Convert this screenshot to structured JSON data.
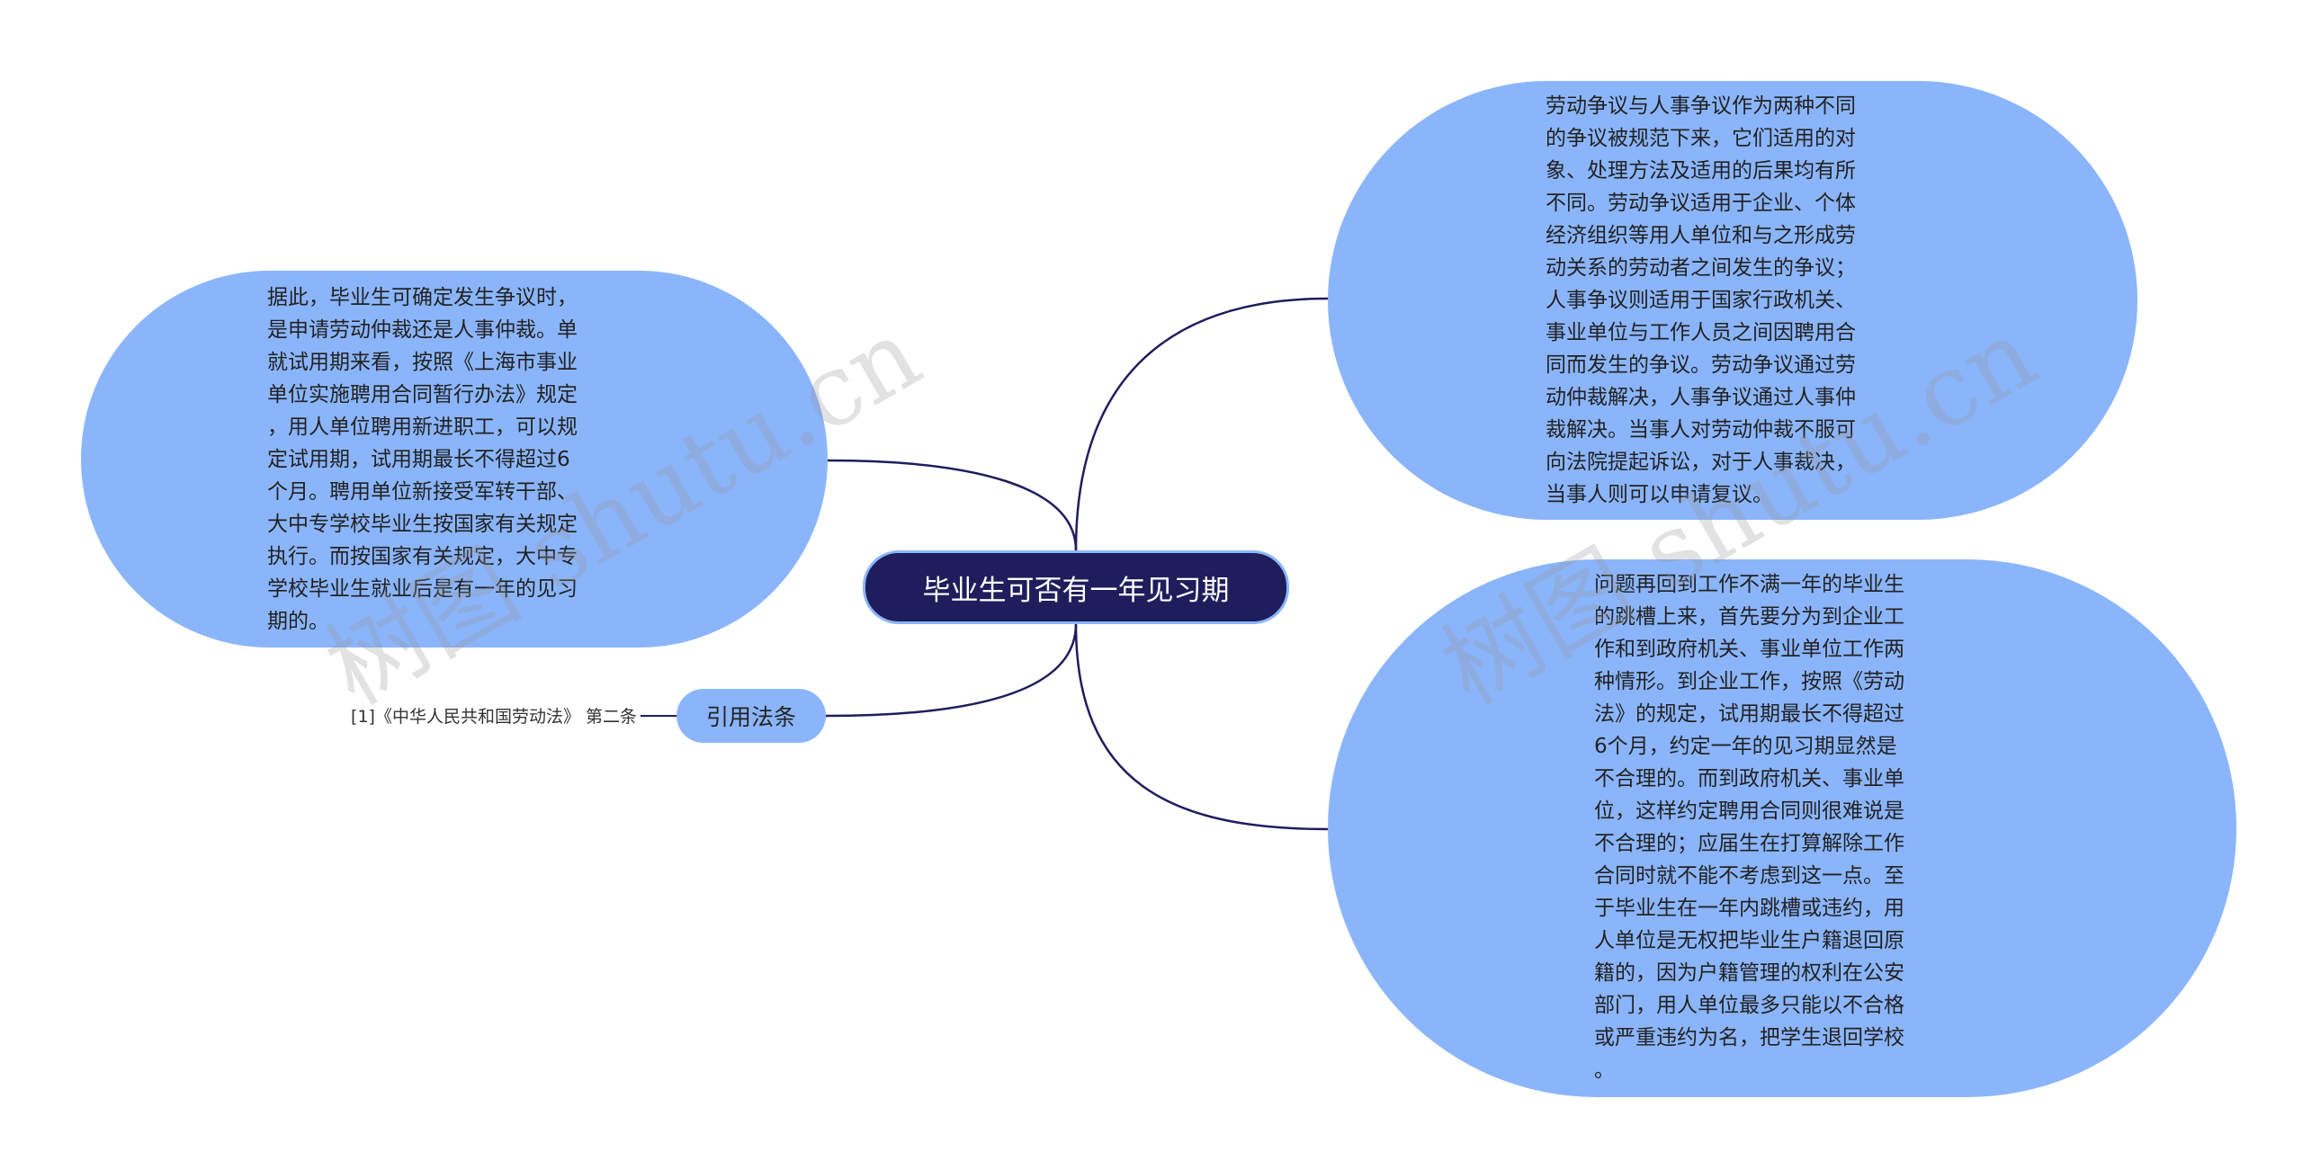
{
  "root": {
    "label": "毕业生可否有一年见习期"
  },
  "nodes": {
    "left_top": {
      "lines": [
        "据此，毕业生可确定发生争议时，",
        "是申请劳动仲裁还是人事仲裁。单",
        "就试用期来看，按照《上海市事业",
        "单位实施聘用合同暂行办法》规定",
        "，用人单位聘用新进职工，可以规",
        "定试用期，试用期最长不得超过6",
        "个月。聘用单位新接受军转干部、",
        "大中专学校毕业生按国家有关规定",
        "执行。而按国家有关规定，大中专",
        "学校毕业生就业后是有一年的见习",
        "期的。"
      ]
    },
    "right_top": {
      "lines": [
        "劳动争议与人事争议作为两种不同",
        "的争议被规范下来，它们适用的对",
        "象、处理方法及适用的后果均有所",
        "不同。劳动争议适用于企业、个体",
        "经济组织等用人单位和与之形成劳",
        "动关系的劳动者之间发生的争议；",
        "人事争议则适用于国家行政机关、",
        "事业单位与工作人员之间因聘用合",
        "同而发生的争议。劳动争议通过劳",
        "动仲裁解决，人事争议通过人事仲",
        "裁解决。当事人对劳动仲裁不服可",
        "向法院提起诉讼，对于人事裁决，",
        "当事人则可以申请复议。"
      ]
    },
    "right_bottom": {
      "lines": [
        "问题再回到工作不满一年的毕业生",
        "的跳槽上来，首先要分为到企业工",
        "作和到政府机关、事业单位工作两",
        "种情形。到企业工作，按照《劳动",
        "法》的规定，试用期最长不得超过",
        "6个月，约定一年的见习期显然是",
        "不合理的。而到政府机关、事业单",
        "位，这样约定聘用合同则很难说是",
        "不合理的；应届生在打算解除工作",
        "合同时就不能不考虑到这一点。至",
        "于毕业生在一年内跳槽或违约，用",
        "人单位是无权把毕业生户籍退回原",
        "籍的，因为户籍管理的权利在公安",
        "部门，用人单位最多只能以不合格",
        "或严重违约为名，把学生退回学校",
        "。"
      ]
    }
  },
  "citation": {
    "label": "引用法条",
    "leaf": "[1]《中华人民共和国劳动法》 第二条"
  },
  "watermark": "树图 shutu.cn",
  "colors": {
    "node_fill": "#8bb5fb",
    "root_fill": "#1f1d5c",
    "edge": "#1f1d5c"
  }
}
